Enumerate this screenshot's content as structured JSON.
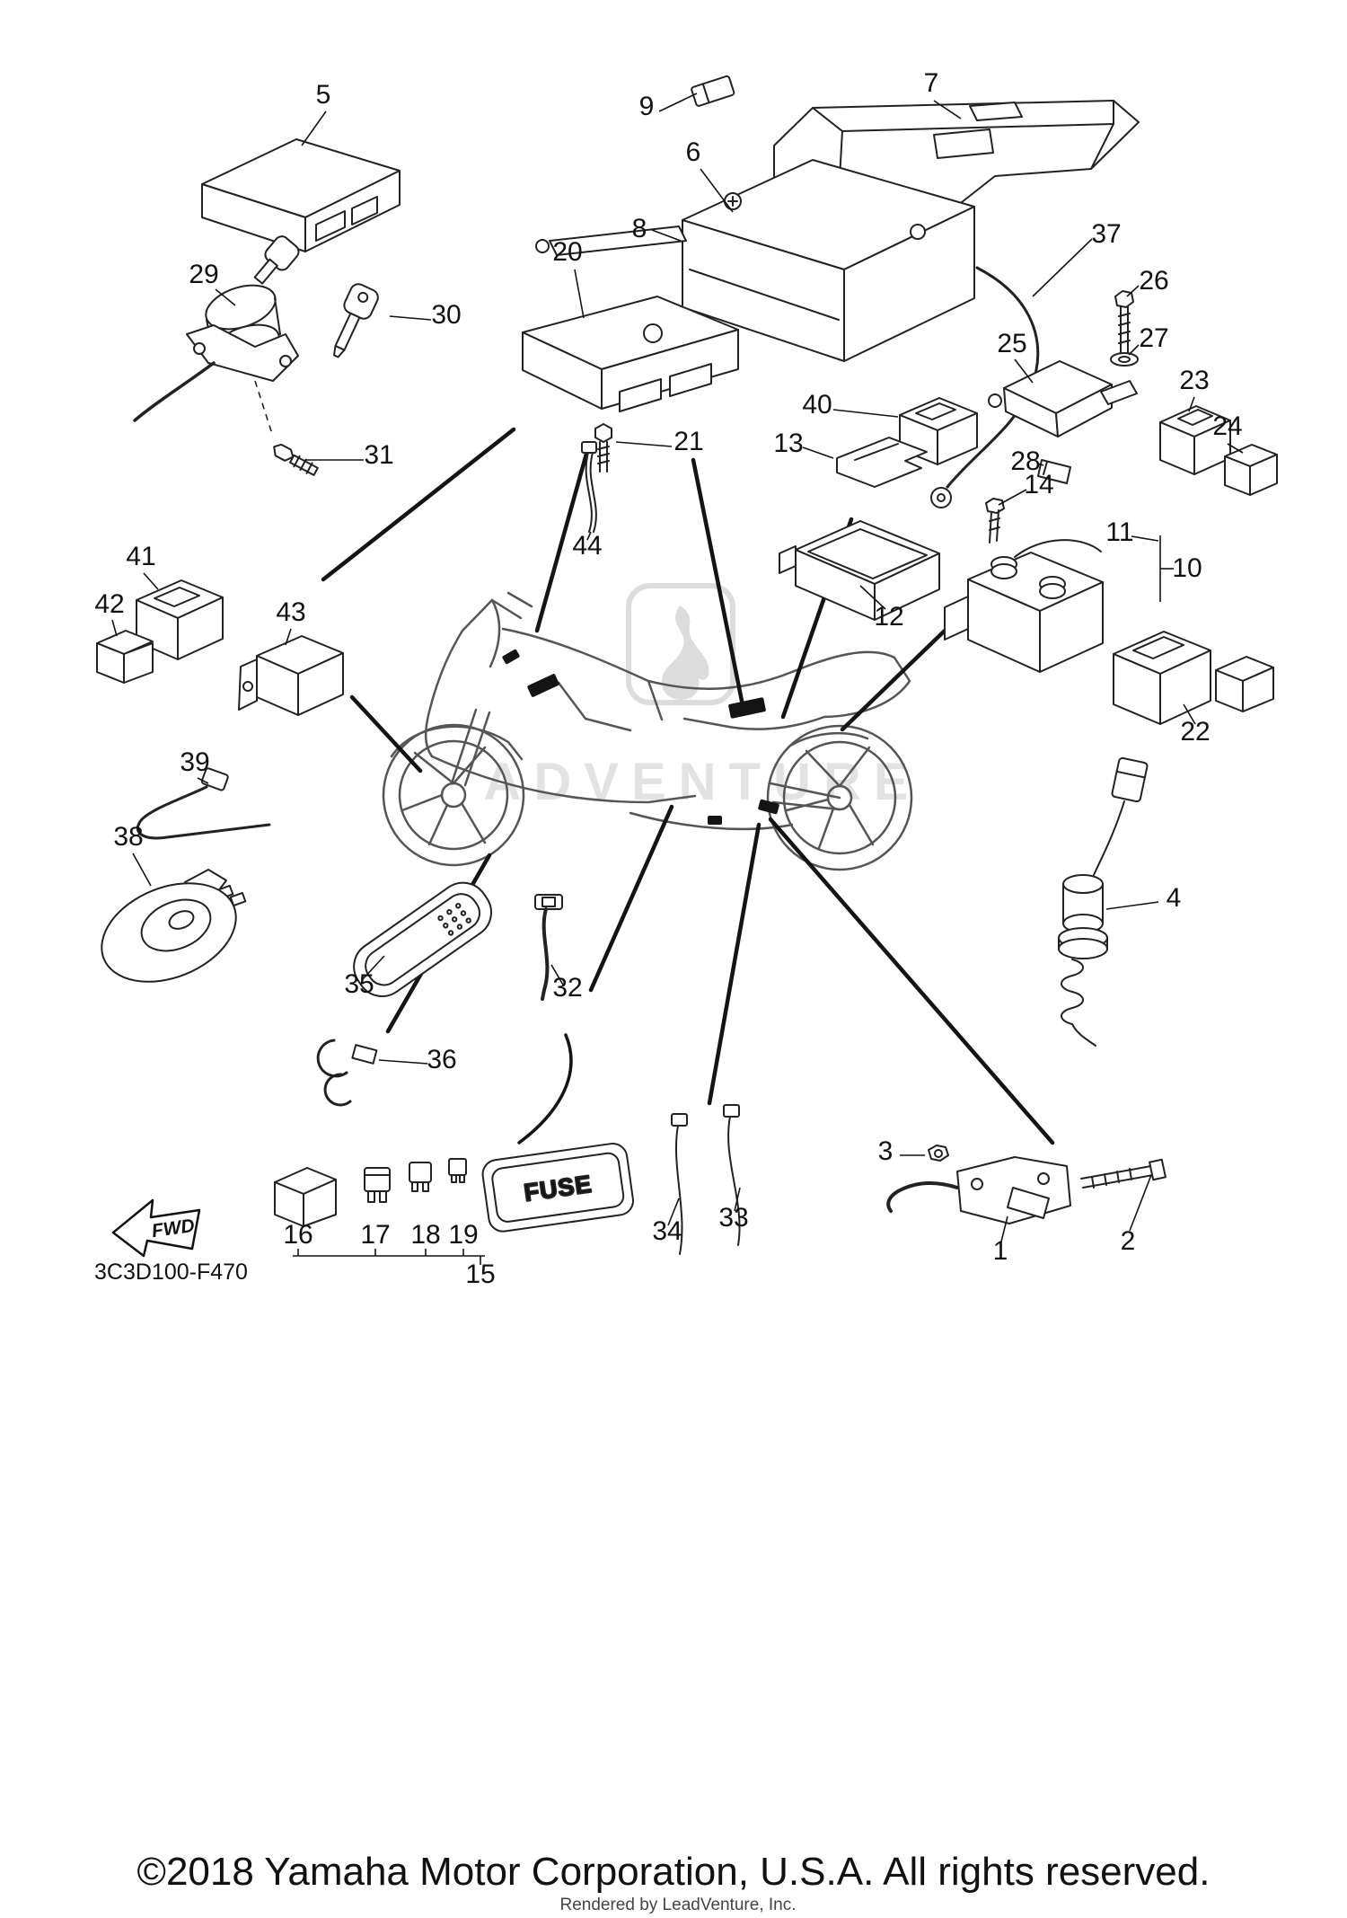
{
  "labels": {
    "code": "3C3D100-F470",
    "fwd": "FWD",
    "fuse": "FUSE",
    "watermark": "ADVENTURE",
    "copyright": "©2018 Yamaha Motor Corporation, U.S.A. All rights reserved.",
    "rendered_by": "Rendered by LeadVenture, Inc."
  },
  "callouts": {
    "c1": "1",
    "c2": "2",
    "c3": "3",
    "c4": "4",
    "c5": "5",
    "c6": "6",
    "c7": "7",
    "c8": "8",
    "c9": "9",
    "c10": "10",
    "c11": "11",
    "c12": "12",
    "c13": "13",
    "c14": "14",
    "c15": "15",
    "c16": "16",
    "c17": "17",
    "c18": "18",
    "c19": "19",
    "c20": "20",
    "c21": "21",
    "c22": "22",
    "c23": "23",
    "c24": "24",
    "c25": "25",
    "c26": "26",
    "c27": "27",
    "c28": "28",
    "c29": "29",
    "c30": "30",
    "c31": "31",
    "c32": "32",
    "c33": "33",
    "c34": "34",
    "c35": "35",
    "c36": "36",
    "c37": "37",
    "c38": "38",
    "c39": "39",
    "c40": "40",
    "c41": "41",
    "c42": "42",
    "c43": "43",
    "c44": "44"
  }
}
